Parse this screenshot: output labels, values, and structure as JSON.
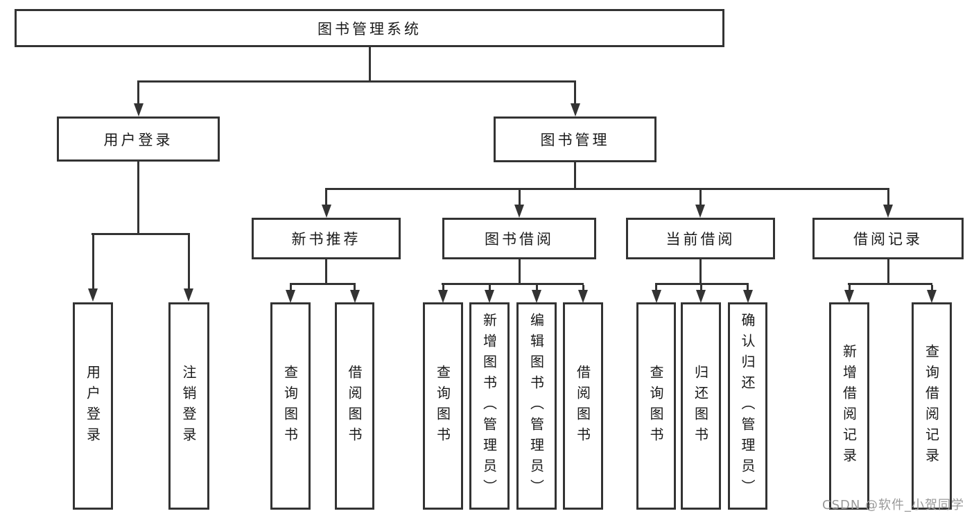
{
  "diagram": {
    "root": {
      "label": "图书管理系统"
    },
    "login_branch": {
      "label": "用户登录",
      "children": [
        {
          "label": "用户登录"
        },
        {
          "label": "注销登录"
        }
      ]
    },
    "mgmt_branch": {
      "label": "图书管理",
      "groups": [
        {
          "label": "新书推荐",
          "children": [
            {
              "label": "查询图书"
            },
            {
              "label": "借阅图书"
            }
          ]
        },
        {
          "label": "图书借阅",
          "children": [
            {
              "label": "查询图书"
            },
            {
              "label": "新增图书（管理员）"
            },
            {
              "label": "编辑图书（管理员）"
            },
            {
              "label": "借阅图书"
            }
          ]
        },
        {
          "label": "当前借阅",
          "children": [
            {
              "label": "查询图书"
            },
            {
              "label": "归还图书"
            },
            {
              "label": "确认归还（管理员）"
            }
          ]
        },
        {
          "label": "借阅记录",
          "children": [
            {
              "label": "新增借阅记录"
            },
            {
              "label": "查询借阅记录"
            }
          ]
        }
      ]
    }
  },
  "watermark": {
    "text": "CSDN @软件_小贺同学"
  },
  "colors": {
    "line": "#333333",
    "text": "#1a1a1a",
    "watermark": "#999999",
    "background": "#ffffff"
  }
}
